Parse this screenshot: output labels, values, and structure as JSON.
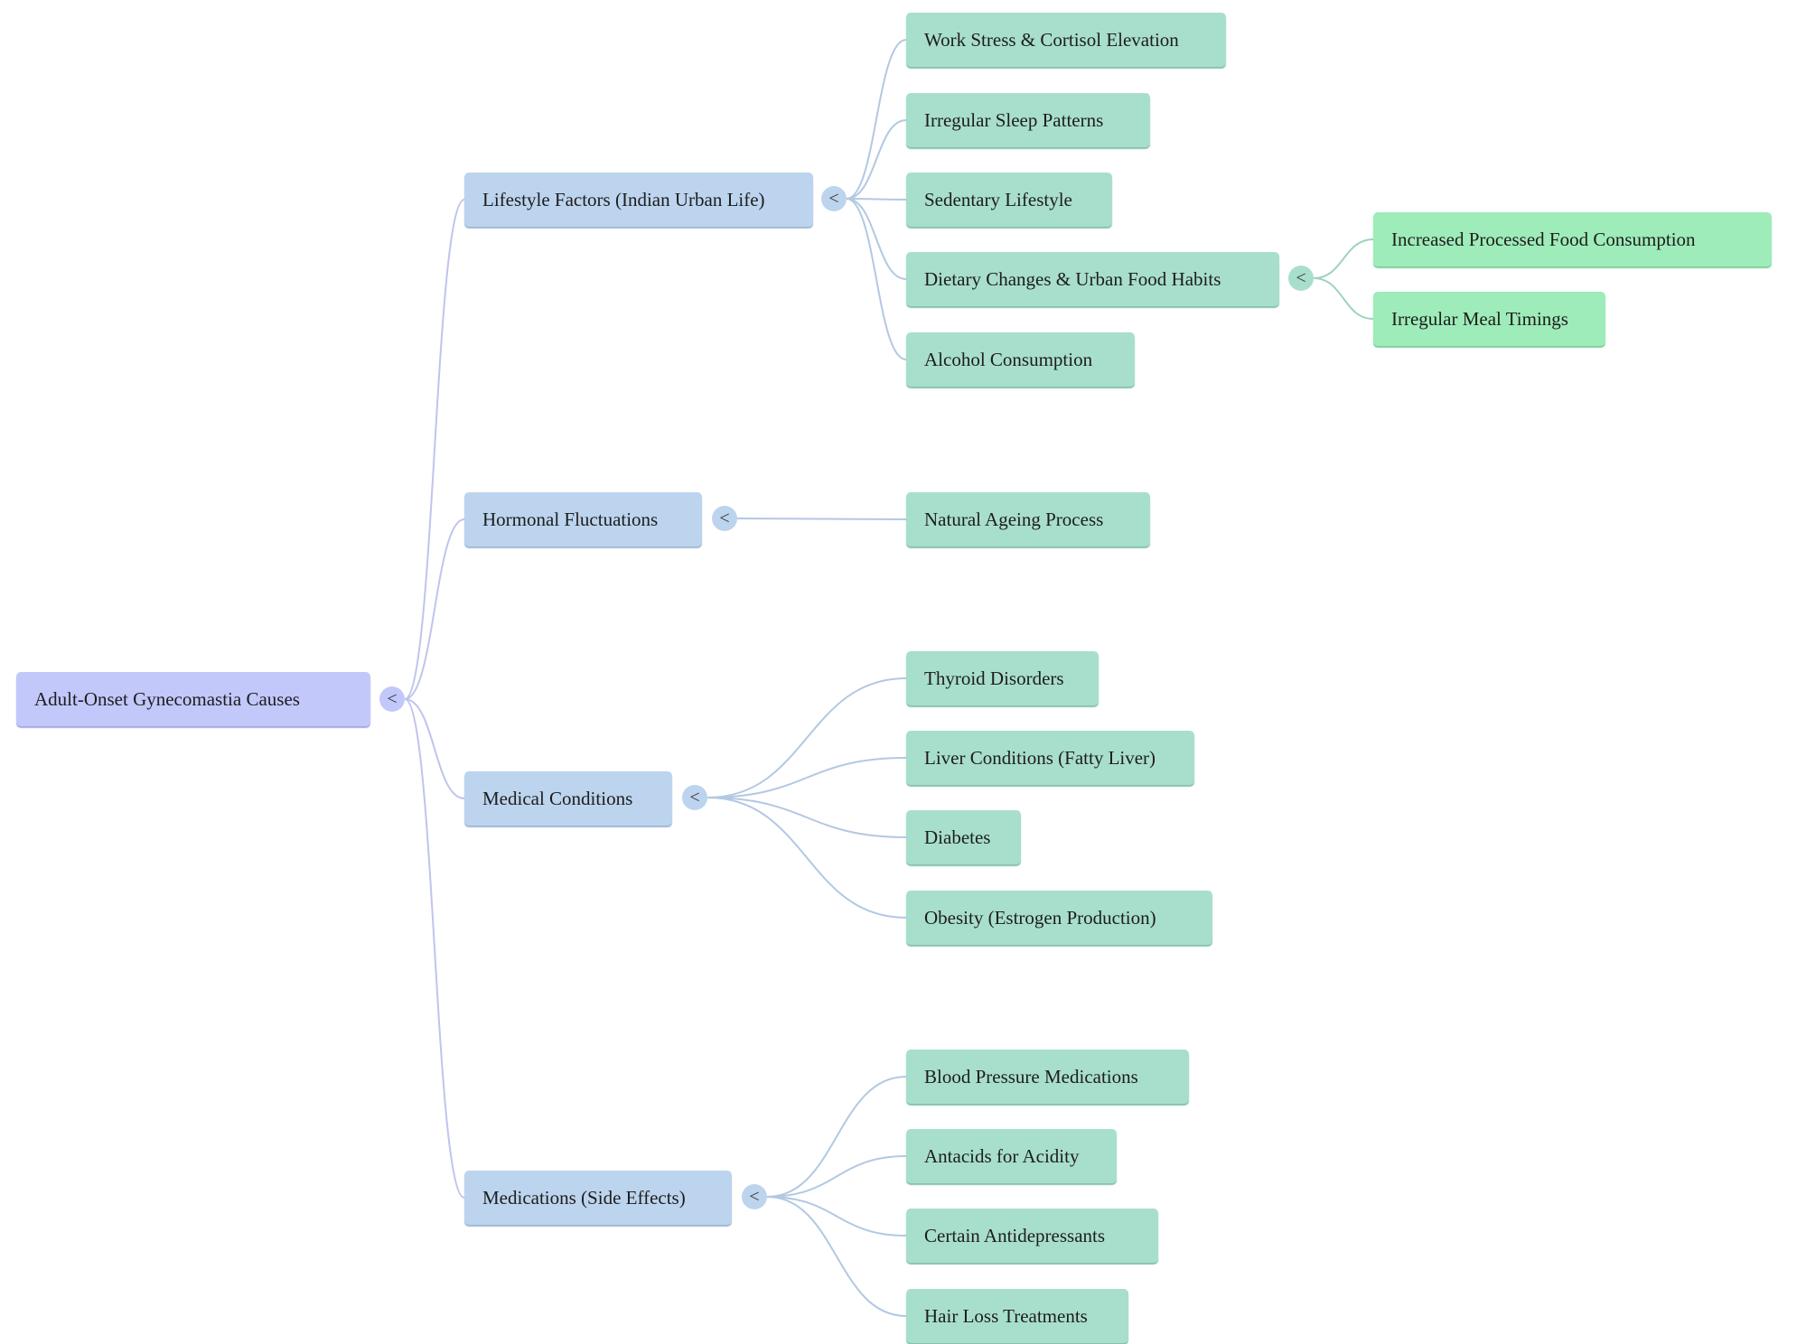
{
  "collapse_symbol": "<",
  "root": {
    "label": "Adult-Onset Gynecomastia Causes",
    "children": [
      {
        "label": "Lifestyle Factors (Indian Urban Life)",
        "children": [
          {
            "label": "Work Stress & Cortisol Elevation"
          },
          {
            "label": "Irregular Sleep Patterns"
          },
          {
            "label": "Sedentary Lifestyle"
          },
          {
            "label": "Dietary Changes & Urban Food Habits",
            "children": [
              {
                "label": "Increased Processed Food Consumption"
              },
              {
                "label": "Irregular Meal Timings"
              }
            ]
          },
          {
            "label": "Alcohol Consumption"
          }
        ]
      },
      {
        "label": "Hormonal Fluctuations",
        "children": [
          {
            "label": "Natural Ageing Process"
          }
        ]
      },
      {
        "label": "Medical Conditions",
        "children": [
          {
            "label": "Thyroid Disorders"
          },
          {
            "label": "Liver Conditions (Fatty Liver)"
          },
          {
            "label": "Diabetes"
          },
          {
            "label": "Obesity (Estrogen Production)"
          }
        ]
      },
      {
        "label": "Medications (Side Effects)",
        "children": [
          {
            "label": "Blood Pressure Medications"
          },
          {
            "label": "Antacids for Acidity"
          },
          {
            "label": "Certain Antidepressants"
          },
          {
            "label": "Hair Loss Treatments"
          }
        ]
      }
    ]
  },
  "colors": {
    "root_fill": "#c3c8fb",
    "branch_fill": "#bcd4ee",
    "leaf_fill": "#a8dfcc",
    "subleaf_fill": "#9eecb9",
    "link_root": "#c0c4ee",
    "link_branch": "#b3c8e2",
    "link_leaf": "#9fd3c0"
  }
}
